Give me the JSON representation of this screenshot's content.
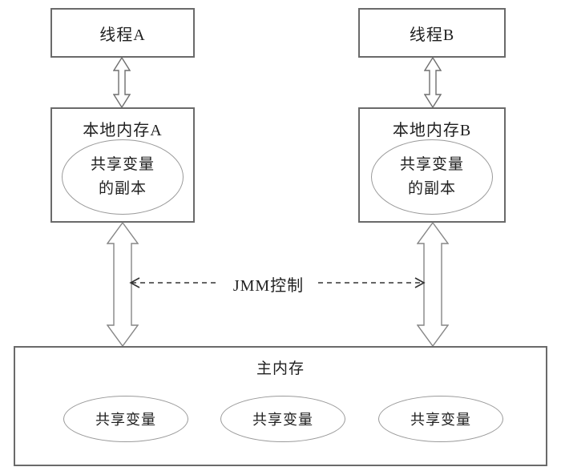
{
  "thread_a": {
    "label": "线程A"
  },
  "thread_b": {
    "label": "线程B"
  },
  "local_memory_a": {
    "label": "本地内存A",
    "copy_line1": "共享变量",
    "copy_line2": "的副本"
  },
  "local_memory_b": {
    "label": "本地内存B",
    "copy_line1": "共享变量",
    "copy_line2": "的副本"
  },
  "jmm_control_label": "JMM控制",
  "main_memory": {
    "label": "主内存",
    "shared_vars": [
      "共享变量",
      "共享变量",
      "共享变量"
    ]
  },
  "icons": {
    "double-arrow-vertical-icon": "⇕",
    "dashed-arrow-left-icon": "◁--",
    "dashed-arrow-right-icon": "--▷"
  },
  "colors": {
    "background": "#ffffff",
    "box_border": "#6a6a6a",
    "ellipse_border": "#9a9a9a",
    "arrow_outline": "#7d7d7d",
    "dashed_line": "#333333",
    "text": "#1f1f1f"
  }
}
